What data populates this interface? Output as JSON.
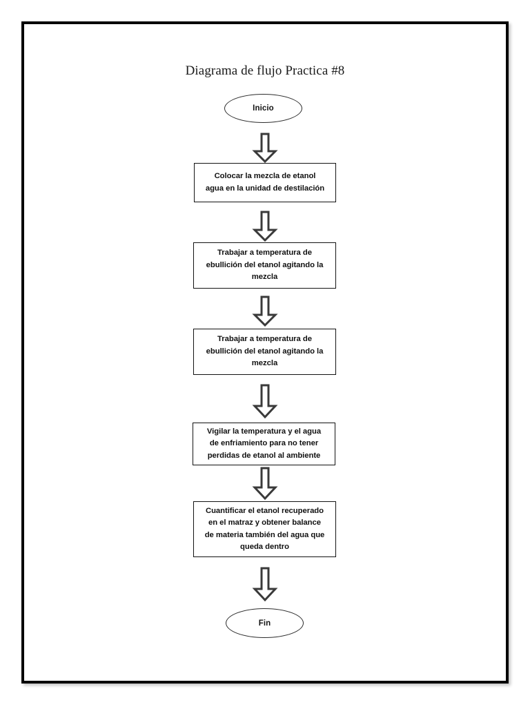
{
  "document": {
    "title": "Diagrama de flujo Practica #8",
    "border_color": "#000000",
    "background_color": "#ffffff"
  },
  "flowchart": {
    "orientation": "vertical",
    "connector_icon": "down-block-arrow-icon",
    "nodes": [
      {
        "id": "inicio",
        "type": "terminator",
        "label": "Inicio"
      },
      {
        "id": "step-1",
        "type": "process",
        "label": "Colocar la mezcla de etanol\nagua en la unidad de destilación"
      },
      {
        "id": "step-2",
        "type": "process",
        "label": "Trabajar a temperatura de\nebullición del etanol agitando la\nmezcla"
      },
      {
        "id": "step-3",
        "type": "process",
        "label": "Trabajar a temperatura de\nebullición del etanol agitando la\nmezcla"
      },
      {
        "id": "step-4",
        "type": "process",
        "label": "Vigilar la temperatura y el agua\nde enfriamiento para no tener\nperdidas de etanol al ambiente"
      },
      {
        "id": "step-5",
        "type": "process",
        "label": "Cuantificar el etanol recuperado\nen el matraz y obtener balance\nde materia también del agua que\nqueda dentro"
      },
      {
        "id": "fin",
        "type": "terminator",
        "label": "Fin"
      }
    ],
    "connectors": [
      {
        "id": "arrow-1",
        "from": "inicio",
        "to": "step-1"
      },
      {
        "id": "arrow-2",
        "from": "step-1",
        "to": "step-2"
      },
      {
        "id": "arrow-3",
        "from": "step-2",
        "to": "step-3"
      },
      {
        "id": "arrow-4",
        "from": "step-3",
        "to": "step-4"
      },
      {
        "id": "arrow-5",
        "from": "step-4",
        "to": "step-5"
      },
      {
        "id": "arrow-6",
        "from": "step-5",
        "to": "fin"
      }
    ]
  }
}
